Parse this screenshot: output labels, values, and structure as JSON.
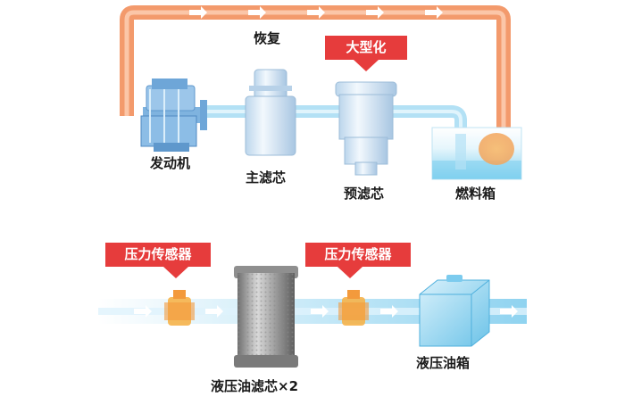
{
  "top_diagram": {
    "labels": {
      "engine": "发动机",
      "recovery": "恢复",
      "main_filter": "主滤芯",
      "pre_filter": "预滤芯",
      "fuel_tank": "燃料箱"
    },
    "callout": "大型化"
  },
  "bottom_diagram": {
    "sensor_left": "压力传感器",
    "sensor_right": "压力传感器",
    "hydraulic_filter": "液压油滤芯×2",
    "hydraulic_tank": "液压油箱"
  },
  "colors": {
    "callout_red": "#e63c3c",
    "return_line": "#f28a5c",
    "flow_line": "#a8dcf2",
    "arrow": "#ffffff"
  },
  "icons": [
    "flow-arrow-icon",
    "sensor-icon",
    "engine-icon"
  ]
}
